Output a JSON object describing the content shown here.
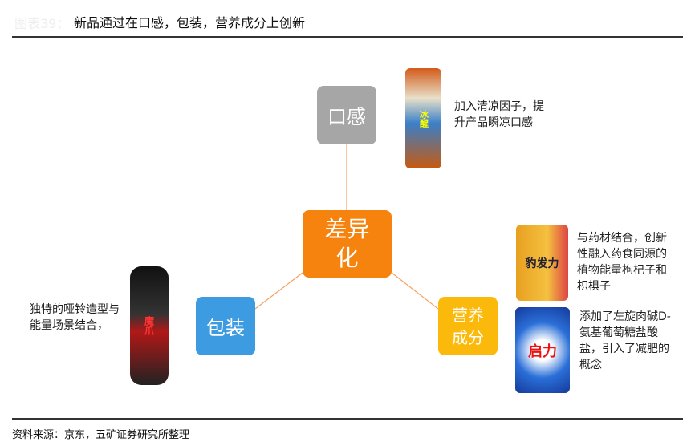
{
  "header": {
    "prefix": "图表39：",
    "title": "新品通过在口感，包装，营养成分上创新"
  },
  "center": {
    "label": "差异化"
  },
  "nodes": {
    "taste": {
      "label": "口感",
      "desc": "加入清凉因子，提升产品瞬凉口感",
      "product": "冰醒"
    },
    "package": {
      "label": "包装",
      "desc": "独特的哑铃造型与能量场景结合，",
      "product": "魔爪"
    },
    "nutrition": {
      "label": "营养成分",
      "desc1": "与药材结合，创新性融入药食同源的植物能量枸杞子和枳椇子",
      "product1": "豹发力",
      "desc2": "添加了左旋肉碱D-氨基葡萄糖盐酸盐，引入了减肥的概念",
      "product2": "启力"
    }
  },
  "colors": {
    "center": "#F7830F",
    "taste": "#A6A6A6",
    "package": "#3D9BE1",
    "nutrition": "#FBBA0B"
  },
  "footer": {
    "source": "资料来源：京东，五矿证券研究所整理"
  }
}
